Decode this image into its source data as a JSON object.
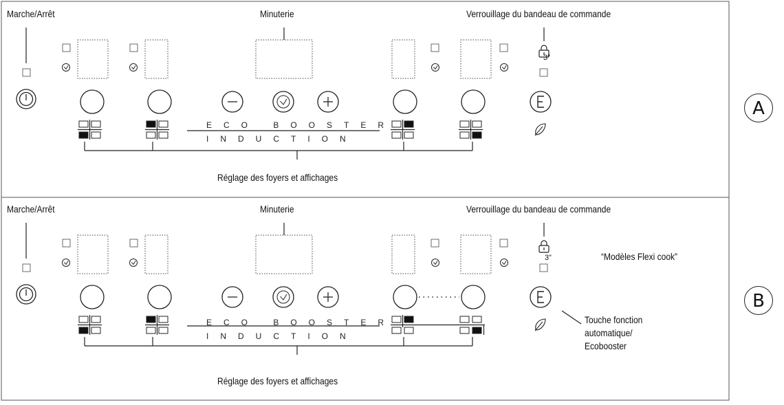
{
  "panel_a": {
    "label_power": "Marche/Arrêt",
    "label_timer": "Minuterie",
    "label_lock": "Verrouillage du bandeau de commande",
    "lock_delay": "3”",
    "band_top": "ECO BOOSTER",
    "band_bottom": "INDUCTION",
    "label_zones": "Réglage des foyers et affichages",
    "panel_letter": "A"
  },
  "panel_b": {
    "label_power": "Marche/Arrêt",
    "label_timer": "Minuterie",
    "label_lock": "Verrouillage du bandeau de commande",
    "lock_delay": "3”",
    "model_note": "“Modèles Flexi cook”",
    "band_top": "ECO BOOSTER",
    "band_bottom": "INDUCTION",
    "label_zones": "Réglage des foyers et affichages",
    "auto_key_line1": "Touche fonction",
    "auto_key_line2": "automatique/",
    "auto_key_line3": "Ecobooster",
    "panel_letter": "B"
  },
  "icons": {
    "power": "power-button-icon",
    "minus": "minus-icon",
    "plus": "plus-icon",
    "timer": "clock-icon",
    "lock": "padlock-icon",
    "function": "e-function-icon",
    "eco": "leaf-icon"
  }
}
